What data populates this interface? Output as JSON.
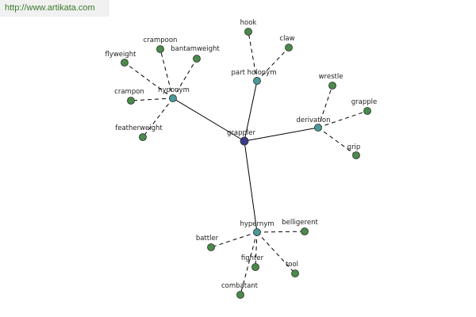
{
  "watermark": {
    "text": "http://www.artikata.com"
  },
  "diagram": {
    "center": {
      "label": "grappler",
      "color": "#3b3b8c"
    },
    "relation_color": "#4b9a9a",
    "leaf_color": "#4a8a4a",
    "relations": [
      {
        "id": "hyponym",
        "label": "hyponym",
        "leaves": [
          "crampoon",
          "flyweight",
          "bantamweight",
          "crampon",
          "featherweight"
        ]
      },
      {
        "id": "part-holonym",
        "label": "part holonym",
        "leaves": [
          "hook",
          "claw"
        ]
      },
      {
        "id": "derivation",
        "label": "derivation",
        "leaves": [
          "wrestle",
          "grapple",
          "grip"
        ]
      },
      {
        "id": "hypernym",
        "label": "hypernym",
        "leaves": [
          "belligerent",
          "battler",
          "fighter",
          "tool",
          "combatant"
        ]
      }
    ]
  }
}
